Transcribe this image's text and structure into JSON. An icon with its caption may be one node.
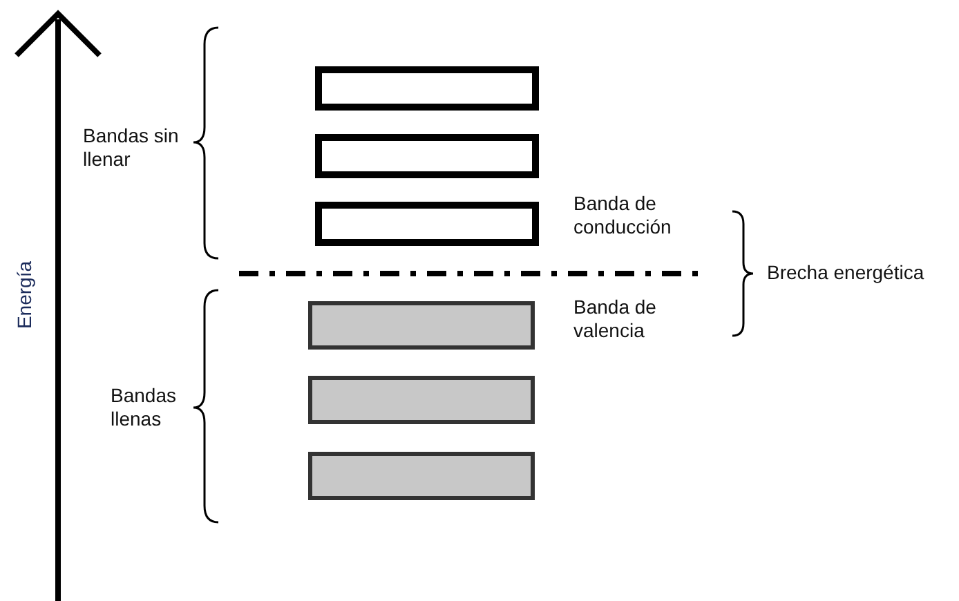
{
  "diagram": {
    "nodes": [
      {
        "text": [],
        "shape": "box"
      },
      {
        "text": [],
        "shape": "box"
      },
      {
        "text": [],
        "shape": "box",
        "beside": [
          "Banda de conducción"
        ]
      },
      {
        "text": [],
        "shape": "bar",
        "beside": [
          "Banda de valencia"
        ]
      },
      {
        "text": [],
        "shape": "bar"
      },
      {
        "text": [],
        "shape": "bar"
      }
    ],
    "edges": [],
    "labels": [
      "Energía",
      "Bandas sin llenar",
      "Brecha energética",
      "Bandas llenas"
    ]
  }
}
